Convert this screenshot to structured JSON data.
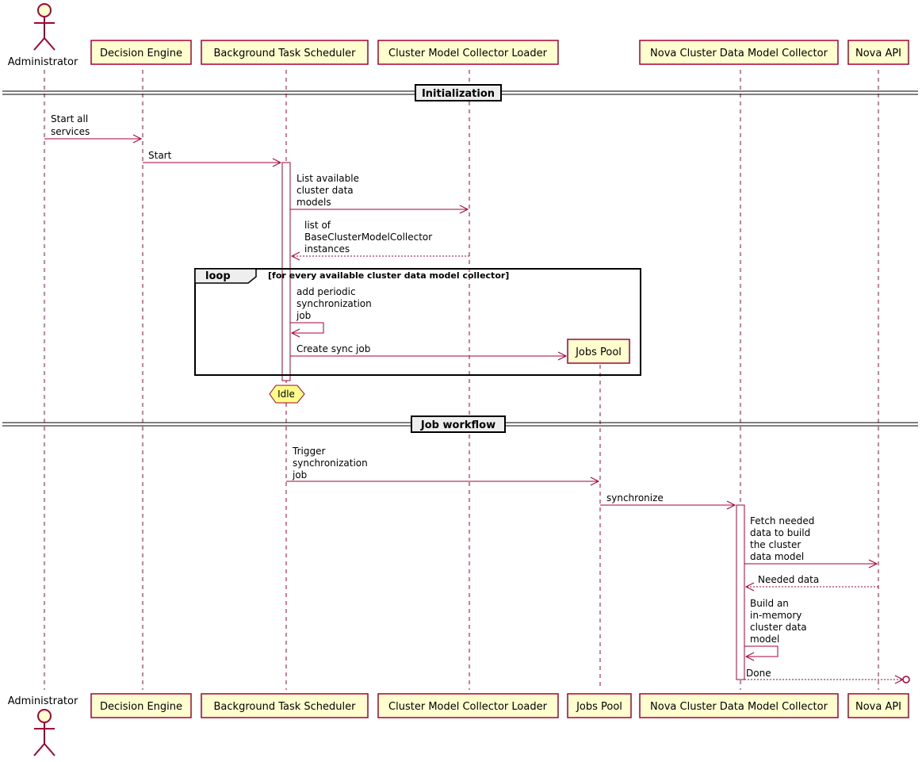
{
  "participants": {
    "administrator": "Administrator",
    "decision_engine": "Decision Engine",
    "scheduler": "Background Task Scheduler",
    "loader": "Cluster Model Collector Loader",
    "jobs_pool": "Jobs Pool",
    "nova_collector": "Nova Cluster Data Model Collector",
    "nova_api": "Nova API"
  },
  "dividers": {
    "initialization": "Initialization",
    "job_workflow": "Job workflow"
  },
  "loop": {
    "label": "loop",
    "condition": "[for every available cluster data model collector]"
  },
  "messages": {
    "m1": [
      "Start all",
      "services"
    ],
    "m2": [
      "Start"
    ],
    "m3": [
      "List available",
      "cluster data",
      "models"
    ],
    "m4": [
      "list of",
      "BaseClusterModelCollector",
      "instances"
    ],
    "m5": [
      "add periodic",
      "synchronization",
      "job"
    ],
    "m6": [
      "Create sync job"
    ],
    "m7": [
      "Trigger",
      "synchronization",
      "job"
    ],
    "m8": [
      "synchronize"
    ],
    "m9": [
      "Fetch needed",
      "data to build",
      "the cluster",
      "data model"
    ],
    "m10": [
      "Needed data"
    ],
    "m11": [
      "Build an",
      "in-memory",
      "cluster data",
      "model"
    ],
    "m12": [
      "Done"
    ]
  },
  "state": {
    "idle": "Idle"
  },
  "colors": {
    "border": "#A80036",
    "participant_fill": "#FEFECE",
    "state_fill": "#FFFF88",
    "divider_fill": "#EEEEEE"
  }
}
